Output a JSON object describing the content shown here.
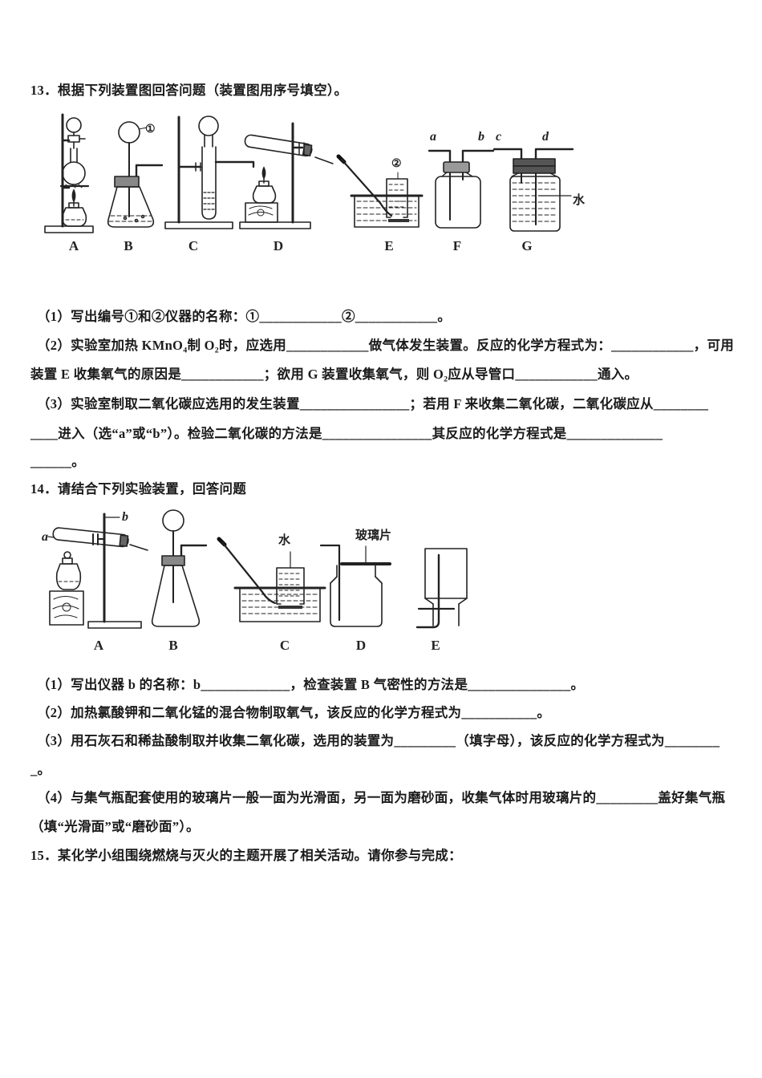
{
  "page": {
    "background": "#ffffff",
    "ink": "#1b1b1b"
  },
  "q13": {
    "header": "13．根据下列装置图回答问题（装置图用序号填空）。",
    "apparatus_labels": [
      "A",
      "B",
      "C",
      "D",
      "E",
      "F",
      "G"
    ],
    "annotations": {
      "circle1": "①",
      "circle2": "②",
      "port_a": "a",
      "port_b": "b",
      "port_c": "c",
      "port_d": "d",
      "water": "水"
    },
    "sub1": "（1）写出编号①和②仪器的名称：①____________②____________。",
    "sub2_l1": "（2）实验室加热 KMnO₄制 O₂时，应选用____________做气体发生装置。反应的化学方程式为：____________，可用",
    "sub2_l2": "装置 E 收集氧气的原因是____________；欲用 G 装置收集氧气，则 O₂应从导管口____________通入。",
    "sub3_l1": "（3）实验室制取二氧化碳应选用的发生装置________________；若用 F 来收集二氧化碳，二氧化碳应从________",
    "sub3_l2": "____进入（选“a”或“b”）。检验二氧化碳的方法是________________其反应的化学方程式是______________",
    "sub3_l3": "______。"
  },
  "q14": {
    "header": "14．请结合下列实验装置，回答问题",
    "apparatus_labels": [
      "A",
      "B",
      "C",
      "D",
      "E"
    ],
    "annotations": {
      "port_a": "a",
      "port_b": "b",
      "water": "水",
      "glass_plate": "玻璃片"
    },
    "sub1": "（1）写出仪器 b 的名称：b_____________，检查装置 B 气密性的方法是_______________。",
    "sub2": "（2）加热氯酸钾和二氧化锰的混合物制取氧气，该反应的化学方程式为___________。",
    "sub3_l1": "（3）用石灰石和稀盐酸制取并收集二氧化碳，选用的装置为_________（填字母），该反应的化学方程式为________",
    "sub3_l2": "_。",
    "sub4_l1": "（4）与集气瓶配套使用的玻璃片一般一面为光滑面，另一面为磨砂面，收集气体时用玻璃片的_________盖好集气瓶",
    "sub4_l2": "（填“光滑面”或“磨砂面”）。"
  },
  "q15": {
    "header": "15．某化学小组围绕燃烧与灭火的主题开展了相关活动。请你参与完成："
  }
}
